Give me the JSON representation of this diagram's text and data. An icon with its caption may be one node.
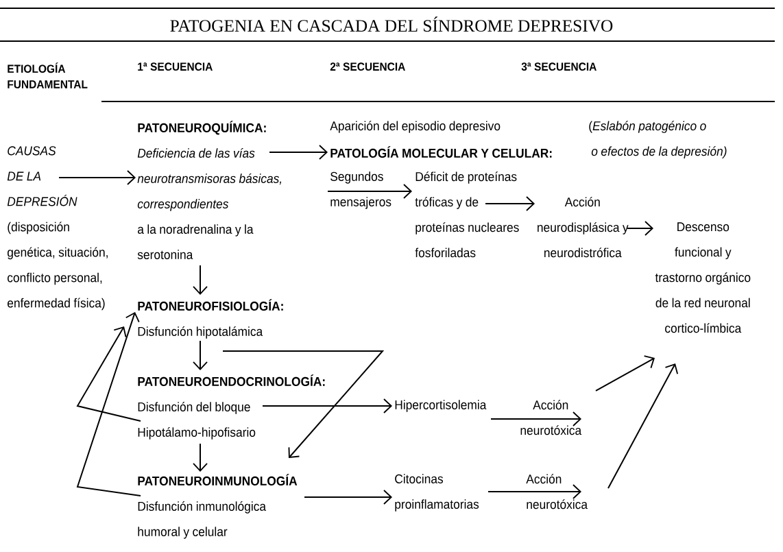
{
  "diagram": {
    "title": "PATOGENIA EN CASCADA DEL SÍNDROME DEPRESIVO",
    "nodes": [
      {
        "text": [
          "CAUSAS DE LA DEPRESIÓN",
          "(disposición genética, situación, conflicto personal, enfermedad física)"
        ]
      },
      {
        "text": [
          "PATONEUROQUÍMICA:",
          "Deficiencia de las vías neurotransmisoras básicas, correspondientes",
          "a la noradrenalina y la serotonina"
        ]
      },
      {
        "text": [
          "PATOLOGÍA MOLECULAR Y CELULAR:"
        ]
      },
      {
        "text": [
          "Segundos mensajeros"
        ]
      },
      {
        "text": [
          "Déficit de proteínas tróficas y de proteínas nucleares fosforiladas"
        ]
      },
      {
        "text": [
          "Acción neurodisplásica y neurodistrófica"
        ]
      },
      {
        "text": [
          "Descenso funcional y trastorno orgánico de la red neuronal cortico-límbica"
        ]
      },
      {
        "text": [
          "PATONEUROFISIOLOGÍA:",
          "Disfunción hipotalámica"
        ]
      },
      {
        "text": [
          "PATONEUROENDOCRINOLOGÍA:",
          "Disfunción del bloque Hipotálamo-hipofisario"
        ]
      },
      {
        "text": [
          "PATONEUROINMUNOLOGÍA",
          "Disfunción inmunológica humoral y celular"
        ]
      },
      {
        "text": [
          "Hipercortisolemia"
        ]
      },
      {
        "text": [
          "Acción neurotóxica"
        ]
      },
      {
        "text": [
          "Citocinas proinflamatorias"
        ]
      },
      {
        "text": [
          "Acción neurotóxica"
        ]
      }
    ],
    "edges": [
      {
        "from": 0,
        "to": 1,
        "arrow": "to"
      },
      {
        "from": 1,
        "to": 2,
        "arrow": "to"
      },
      {
        "from": 3,
        "to": 4,
        "arrow": "to"
      },
      {
        "from": 4,
        "to": 5,
        "arrow": "to"
      },
      {
        "from": 5,
        "to": 6,
        "arrow": "to"
      },
      {
        "from": 1,
        "to": 7,
        "arrow": "to"
      },
      {
        "from": 7,
        "to": 8,
        "arrow": "to"
      },
      {
        "from": 8,
        "to": 9,
        "arrow": "to"
      },
      {
        "from": 7,
        "to": 9,
        "arrow": "to"
      },
      {
        "from": 8,
        "to": 10,
        "arrow": "to"
      },
      {
        "from": 10,
        "to": 11,
        "arrow": "to"
      },
      {
        "from": 11,
        "to": 6,
        "arrow": "to"
      },
      {
        "from": 9,
        "to": 12,
        "arrow": "to"
      },
      {
        "from": 12,
        "to": 13,
        "arrow": "to"
      },
      {
        "from": 13,
        "to": 6,
        "arrow": "to"
      },
      {
        "from": 8,
        "to": 7,
        "arrow": "to"
      },
      {
        "from": 9,
        "to": 7,
        "arrow": "to"
      }
    ],
    "labels": [
      "ETIOLOGÍA FUNDAMENTAL",
      "1ª SECUENCIA",
      "2ª SECUENCIA",
      "3ª SECUENCIA",
      "Aparición del episodio depresivo",
      "(*Eslabón patogénico o*",
      "*o efectos de la depresión)*"
    ]
  }
}
